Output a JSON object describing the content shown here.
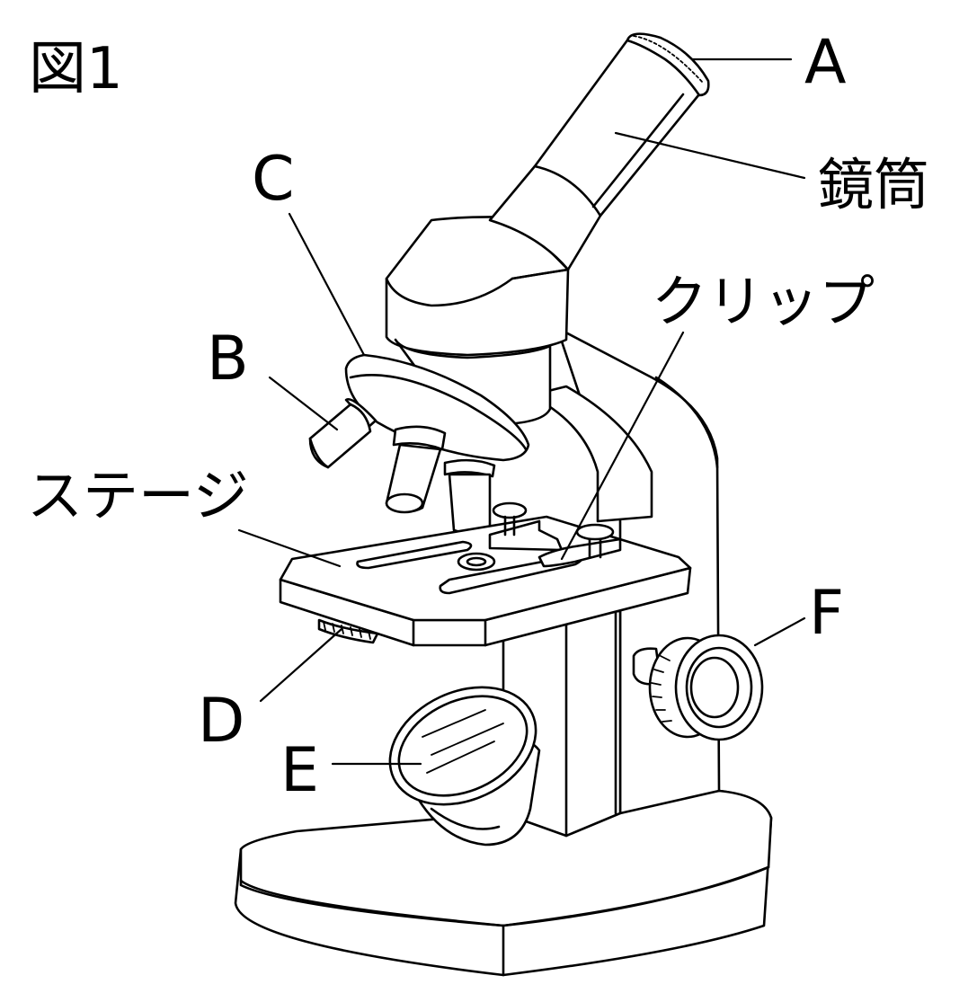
{
  "figure": {
    "title": "図1",
    "labels": {
      "a": "A",
      "b": "B",
      "c": "C",
      "d": "D",
      "e": "E",
      "f": "F",
      "tube": "鏡筒",
      "clip": "クリップ",
      "stage": "ステージ"
    }
  }
}
